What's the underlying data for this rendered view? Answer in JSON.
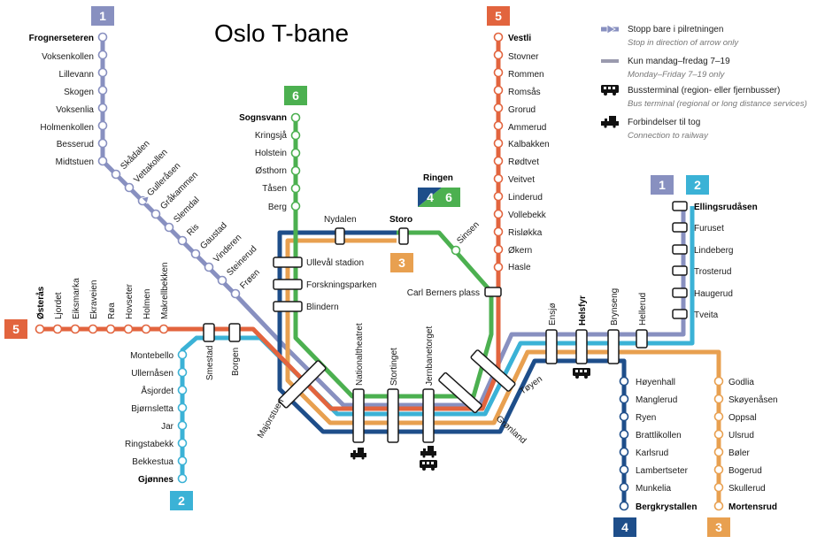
{
  "title": "Oslo T-bane",
  "colors": {
    "line1": "#8890C0",
    "line2": "#3BB2D6",
    "line3": "#E8A050",
    "line4": "#1E4E8A",
    "line5": "#E2643E",
    "line6": "#4CB050"
  },
  "badges": {
    "l1_top": "1",
    "l5_top": "5",
    "l6_top": "6",
    "l3_ring": "3",
    "ringen_4": "4",
    "ringen_6": "6",
    "l1_east": "1",
    "l2_east": "2",
    "l5_west": "5",
    "l2_bottom": "2",
    "l4_bottom": "4",
    "l3_bottom": "3"
  },
  "ringen_label": "Ringen",
  "legend": {
    "arrow_main": "Stopp bare i pilretningen",
    "arrow_sub": "Stop in direction of arrow only",
    "grey_main": "Kun mandag–fredag 7–19",
    "grey_sub": "Monday–Friday 7–19 only",
    "bus_main": "Bussterminal (region- eller fjernbusser)",
    "bus_sub": "Bus terminal (regional or long distance services)",
    "rail_main": "Forbindelser til tog",
    "rail_sub": "Connection to railway"
  },
  "stations": {
    "frognerseteren": "Frognerseteren",
    "voksenkollen": "Voksenkollen",
    "lillevann": "Lillevann",
    "skogen": "Skogen",
    "voksenlia": "Voksenlia",
    "holmenkollen": "Holmenkollen",
    "besserud": "Besserud",
    "midtstuen": "Midtstuen",
    "skadalen": "Skådalen",
    "vettakollen": "Vettakollen",
    "gulleraasen": "Gulleråsen",
    "grakammen": "Gråkammen",
    "slemdal": "Slemdal",
    "ris": "Ris",
    "gaustad": "Gaustad",
    "vinderen": "Vinderen",
    "steinerud": "Steinerud",
    "froen": "Frøen",
    "sognsvann": "Sognsvann",
    "kringsja": "Kringsjå",
    "holstein": "Holstein",
    "osthorn": "Østhorn",
    "tasen": "Tåsen",
    "berg": "Berg",
    "ulleval": "Ullevål stadion",
    "forskningsparken": "Forskningsparken",
    "blindern": "Blindern",
    "nydalen": "Nydalen",
    "storo": "Storo",
    "sinsen": "Sinsen",
    "carlberners": "Carl Berners plass",
    "vestli": "Vestli",
    "stovner": "Stovner",
    "rommen": "Rommen",
    "romsas": "Romsås",
    "grorud": "Grorud",
    "ammerud": "Ammerud",
    "kalbakken": "Kalbakken",
    "rodtvet": "Rødtvet",
    "veitvet": "Veitvet",
    "linderud": "Linderud",
    "vollebekk": "Vollebekk",
    "rislokka": "Risløkka",
    "okern": "Økern",
    "hasle": "Hasle",
    "ellingsrudasen": "Ellingsrudåsen",
    "furuset": "Furuset",
    "lindeberg": "Lindeberg",
    "trosterud": "Trosterud",
    "haugerud": "Haugerud",
    "tveita": "Tveita",
    "osteras": "Østerås",
    "ljordet": "Ljordet",
    "eiksmarka": "Eiksmarka",
    "ekraveien": "Ekraveien",
    "raa": "Røa",
    "hovseter": "Hovseter",
    "holmen": "Holmen",
    "makrellbekken": "Makrellbekken",
    "smestad": "Smestad",
    "borgen": "Borgen",
    "montebello": "Montebello",
    "ullernasen": "Ullernåsen",
    "asjordet": "Åsjordet",
    "bjornsletta": "Bjørnsletta",
    "jar": "Jar",
    "ringstabekk": "Ringstabekk",
    "bekkestua": "Bekkestua",
    "gjonnes": "Gjønnes",
    "majorstuen": "Majorstuen",
    "nationaltheatret": "Nationaltheatret",
    "stortinget": "Stortinget",
    "jernbanetorget": "Jernbanetorget",
    "gronland": "Grønland",
    "toyen": "Tøyen",
    "ensjo": "Ensjø",
    "helsfyr": "Helsfyr",
    "brynseng": "Brynseng",
    "hellerud": "Hellerud",
    "hoyenhall": "Høyenhall",
    "manglerud": "Manglerud",
    "ryen": "Ryen",
    "brattlikollen": "Brattlikollen",
    "karlsrud": "Karlsrud",
    "lambertseter": "Lambertseter",
    "munkelia": "Munkelia",
    "bergkrystallen": "Bergkrystallen",
    "godlia": "Godlia",
    "skoyenasen": "Skøyenåsen",
    "oppsal": "Oppsal",
    "ulsrud": "Ulsrud",
    "boler": "Bøler",
    "bogerud": "Bogerud",
    "skullerud": "Skullerud",
    "mortensrud": "Mortensrud"
  }
}
